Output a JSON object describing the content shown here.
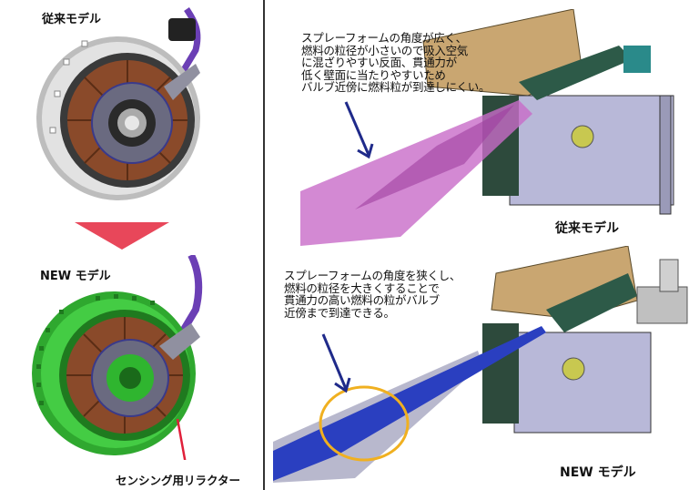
{
  "left_panel": {
    "old_model_label": "従来モデル",
    "new_model_label": "NEW モデル",
    "reluctor_label": "センシング用リラクター",
    "arrow_color": "#e8475a",
    "old_stator_ring_color": "#d9d9d9",
    "new_stator_ring_color": "#3cbf3c",
    "coil_color": "#8a4a2a",
    "harness_color": "#6b3fb5"
  },
  "right_panel": {
    "old": {
      "note": "スプレーフォームの角度が広く、\n燃料の粒径が小さいので吸入空気\nに混ざりやすい反面、貫通力が\n低く壁面に当たりやすいため\nバルブ近傍に燃料粒が到達しにくい。",
      "caption": "従来モデル",
      "spray_color": "#c86bc8"
    },
    "new": {
      "note": "スプレーフォームの角度を狭くし、\n燃料の粒径を大きくすることで\n貫通力の高い燃料の粒がバルブ\n近傍まで到達できる。",
      "caption": "NEW モデル",
      "spray_color": "#2a3fc0",
      "highlight_circle_color": "#f0b020"
    },
    "pointer_arrow_color": "#1f2a8a"
  }
}
